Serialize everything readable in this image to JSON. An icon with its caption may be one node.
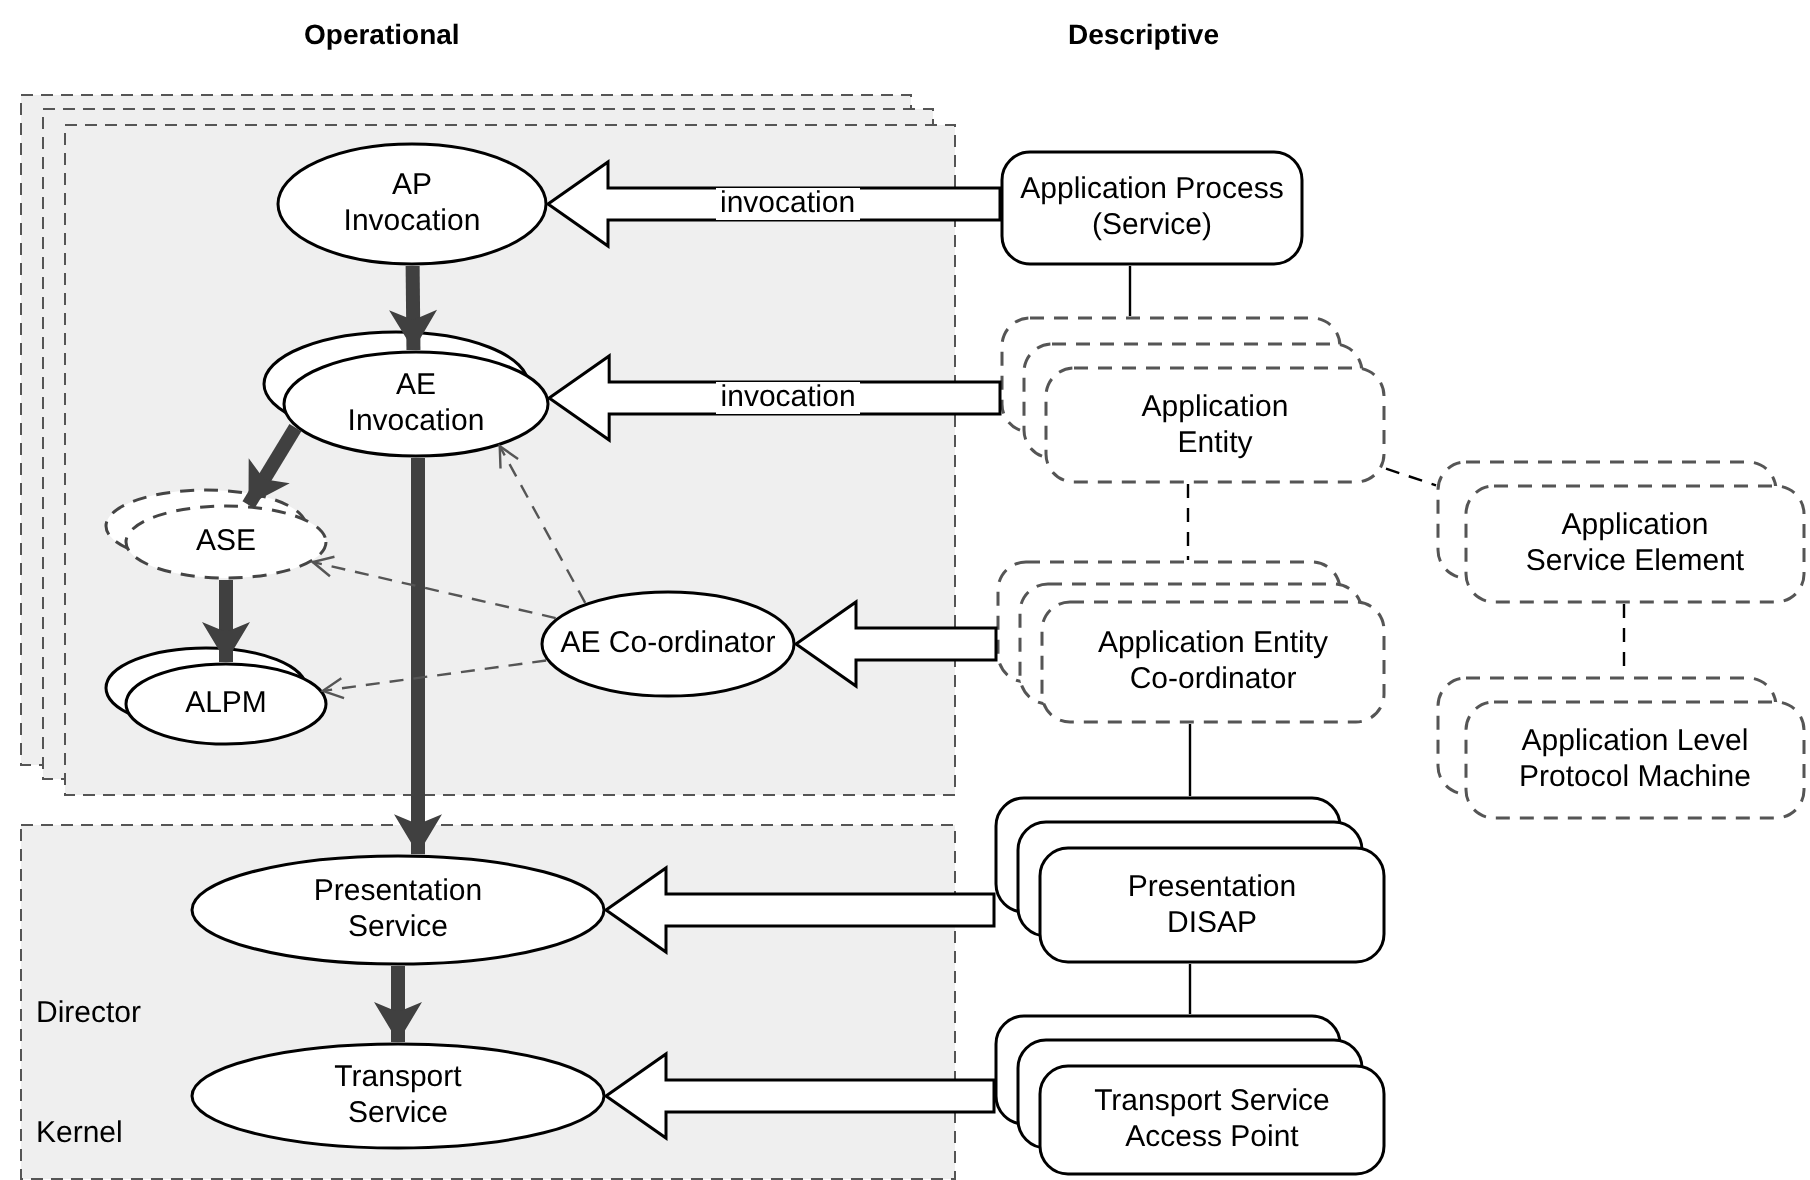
{
  "diagram": {
    "nodes": [
      {
        "text": [],
        "shape": "box"
      },
      {
        "text": [
          "AP Invocation"
        ],
        "in": 0
      },
      {
        "text": [
          "AE Invocation"
        ],
        "in": 0
      },
      {
        "text": [
          "ASE"
        ],
        "in": 0
      },
      {
        "text": [
          "ALPM"
        ],
        "in": 0
      },
      {
        "text": [
          "AE Co-ordinator"
        ],
        "in": 0
      },
      {
        "text": [
          "Director",
          "Kernel"
        ]
      },
      {
        "text": [
          "Presentation Service"
        ],
        "in": 6
      },
      {
        "text": [
          "Transport Service"
        ],
        "in": 6
      },
      {
        "text": [
          "Application Process (Service)"
        ]
      },
      {
        "text": [
          "Application Entity"
        ]
      },
      {
        "text": [
          "Application Service Element"
        ]
      },
      {
        "text": [
          "Application Entity Co-ordinator"
        ]
      },
      {
        "text": [
          "Application Level Protocol Machine"
        ]
      },
      {
        "text": [
          "Presentation DISAP"
        ]
      },
      {
        "text": [
          "Transport Service Access Point"
        ]
      }
    ],
    "edges": [
      {
        "from": 1,
        "to": 2,
        "arrow": "to",
        "style": "thick",
        "color": "#404040"
      },
      {
        "from": 2,
        "to": 3,
        "arrow": "to",
        "style": "thick",
        "color": "#404040"
      },
      {
        "from": 3,
        "to": 4,
        "arrow": "to",
        "style": "thick",
        "color": "#404040"
      },
      {
        "from": 2,
        "to": 7,
        "arrow": "to",
        "style": "thick",
        "color": "#404040"
      },
      {
        "from": 7,
        "to": 8,
        "arrow": "to",
        "style": "thick",
        "color": "#404040"
      },
      {
        "from": 5,
        "to": 2,
        "arrow": "to",
        "style": "dashed",
        "color": "#555555"
      },
      {
        "from": 5,
        "to": 3,
        "arrow": "to",
        "style": "dashed",
        "color": "#555555"
      },
      {
        "from": 5,
        "to": 4,
        "arrow": "to",
        "style": "dashed",
        "color": "#555555"
      },
      {
        "from": 9,
        "to": 1,
        "arrow": "to",
        "style": "thick",
        "label": "invocation"
      },
      {
        "from": 10,
        "to": 2,
        "arrow": "to",
        "style": "thick",
        "label": "invocation"
      },
      {
        "from": 12,
        "to": 5,
        "arrow": "to",
        "style": "thick"
      },
      {
        "from": 14,
        "to": 7,
        "arrow": "to",
        "style": "thick"
      },
      {
        "from": 15,
        "to": 8,
        "arrow": "to",
        "style": "thick"
      },
      {
        "from": 9,
        "to": 10,
        "arrow": "none"
      },
      {
        "from": 10,
        "to": 12,
        "arrow": "none",
        "style": "dashed"
      },
      {
        "from": 10,
        "to": 11,
        "arrow": "none",
        "style": "dashed"
      },
      {
        "from": 11,
        "to": 13,
        "arrow": "none",
        "style": "dashed"
      },
      {
        "from": 12,
        "to": 14,
        "arrow": "none"
      },
      {
        "from": 14,
        "to": 15,
        "arrow": "none"
      }
    ],
    "labels": [
      "Operational",
      "Descriptive"
    ]
  }
}
